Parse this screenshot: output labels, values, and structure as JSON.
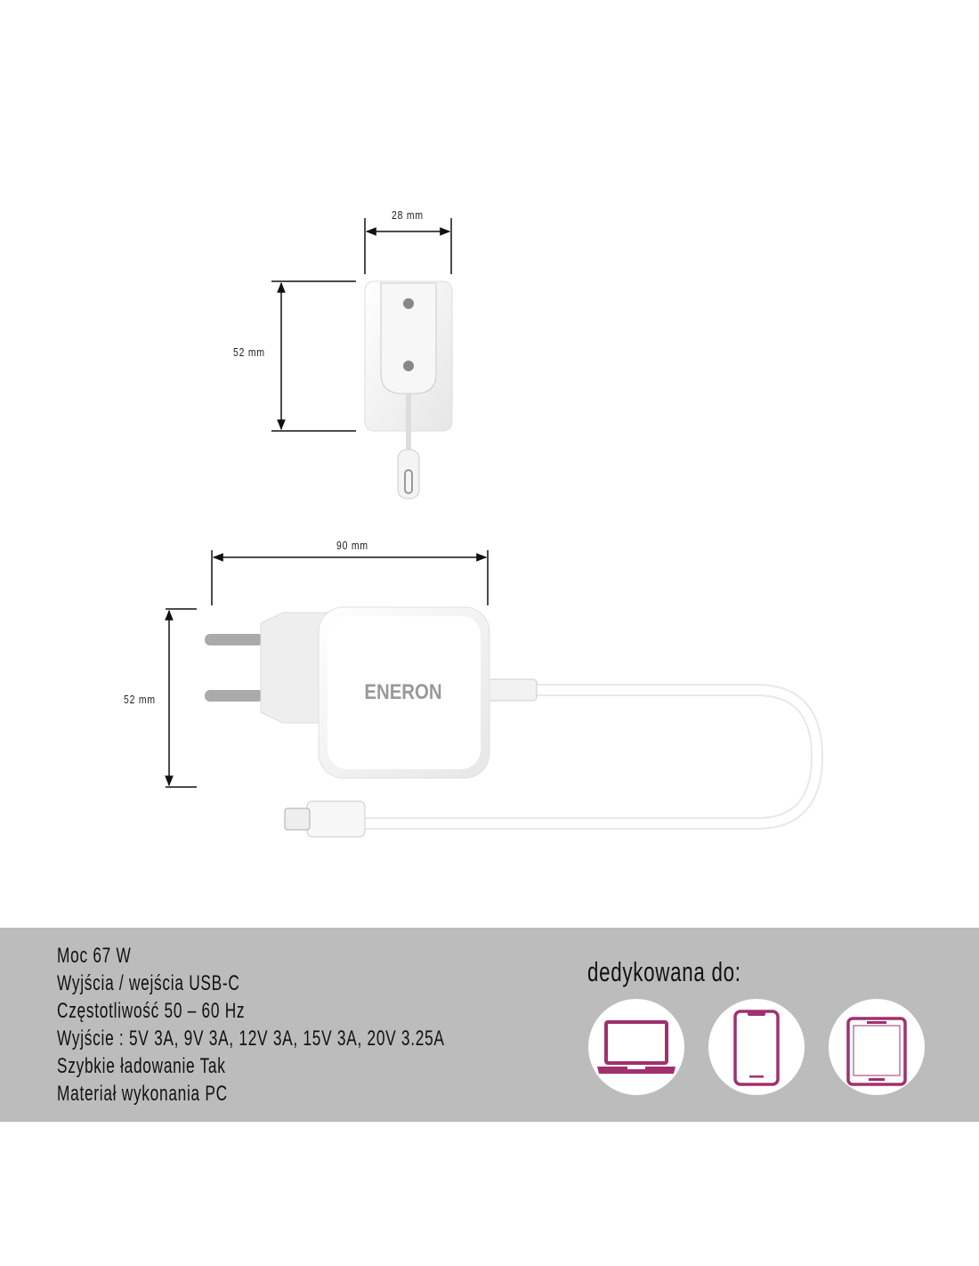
{
  "dimensions": {
    "top_width": "28 mm",
    "top_height": "52 mm",
    "side_width": "90 mm",
    "side_height": "52 mm"
  },
  "brand_logo": "ENERON",
  "specs": [
    "Moc 67 W",
    "Wyjścia / wejścia USB-C",
    "Częstotliwość 50 – 60 Hz",
    "Wyjście : 5V 3A, 9V 3A, 12V 3A, 15V 3A, 20V 3.25A",
    "Szybkie ładowanie Tak",
    "Materiał wykonania PC"
  ],
  "dedicated": {
    "label": "dedykowana do:",
    "devices": [
      "laptop-icon",
      "smartphone-icon",
      "tablet-icon"
    ]
  },
  "colors": {
    "band": "#bcbcbc",
    "accent": "#a1306f"
  }
}
